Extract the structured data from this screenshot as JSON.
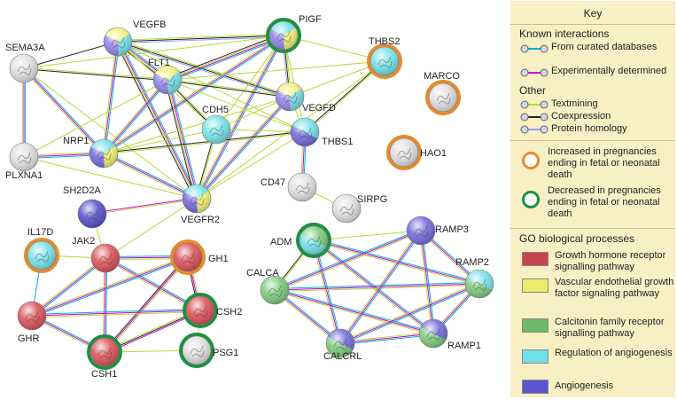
{
  "network": {
    "nodes": [
      {
        "id": "VEGFB",
        "label": "VEGFB",
        "colors": [
          "#f2f070",
          "#6fe0e8",
          "#8c7ee6"
        ],
        "ring": null
      },
      {
        "id": "PIGF",
        "label": "PIGF",
        "colors": [
          "#6fe0e8",
          "#f2f070",
          "#8c7ee6"
        ],
        "ring": "#1e9040"
      },
      {
        "id": "SEMA3A",
        "label": "SEMA3A",
        "colors": [
          "#dddddd"
        ],
        "ring": null
      },
      {
        "id": "THBS2",
        "label": "THBS2",
        "colors": [
          "#6fe0e8"
        ],
        "ring": "#e8892a"
      },
      {
        "id": "FLT1",
        "label": "FLT1",
        "colors": [
          "#f2f070",
          "#6fe0e8",
          "#8c7ee6"
        ],
        "ring": null
      },
      {
        "id": "MARCO",
        "label": "MARCO",
        "colors": [
          "#dddddd"
        ],
        "ring": "#e8892a"
      },
      {
        "id": "VEGFD",
        "label": "VEGFD",
        "colors": [
          "#f2f070",
          "#6fe0e8",
          "#8c7ee6"
        ],
        "ring": null
      },
      {
        "id": "CDH5",
        "label": "CDH5",
        "colors": [
          "#6fe0e8"
        ],
        "ring": null
      },
      {
        "id": "THBS1",
        "label": "THBS1",
        "colors": [
          "#6fe0e8",
          "#6f63d8"
        ],
        "ring": null
      },
      {
        "id": "HAO1",
        "label": "HAO1",
        "colors": [
          "#dddddd"
        ],
        "ring": "#e8892a"
      },
      {
        "id": "PLXNA1",
        "label": "PLXNA1",
        "colors": [
          "#dddddd"
        ],
        "ring": null
      },
      {
        "id": "NRP1",
        "label": "NRP1",
        "colors": [
          "#6fe0e8",
          "#f2f070",
          "#6f63d8"
        ],
        "ring": null
      },
      {
        "id": "CD47",
        "label": "CD47",
        "colors": [
          "#dddddd"
        ],
        "ring": null
      },
      {
        "id": "SIRPG",
        "label": "SIRPG",
        "colors": [
          "#dddddd"
        ],
        "ring": null
      },
      {
        "id": "VEGFR2",
        "label": "VEGFR2",
        "colors": [
          "#6fe0e8",
          "#f2f070",
          "#6f63d8"
        ],
        "ring": null
      },
      {
        "id": "SH2D2A",
        "label": "SH2D2A",
        "colors": [
          "#4f49c8"
        ],
        "ring": null
      },
      {
        "id": "IL17D",
        "label": "IL17D",
        "colors": [
          "#6fe0e8"
        ],
        "ring": "#e8892a"
      },
      {
        "id": "JAK2",
        "label": "JAK2",
        "colors": [
          "#d94b52"
        ],
        "ring": null
      },
      {
        "id": "GH1",
        "label": "GH1",
        "colors": [
          "#d94b52"
        ],
        "ring": "#e8892a"
      },
      {
        "id": "ADM",
        "label": "ADM",
        "colors": [
          "#78c878",
          "#6fe0e8"
        ],
        "ring": "#1e9040"
      },
      {
        "id": "RAMP3",
        "label": "RAMP3",
        "colors": [
          "#6f63d8"
        ],
        "ring": null
      },
      {
        "id": "RAMP2",
        "label": "RAMP2",
        "colors": [
          "#6fe0e8",
          "#78c878"
        ],
        "ring": null
      },
      {
        "id": "CALCA",
        "label": "CALCA",
        "colors": [
          "#78c878"
        ],
        "ring": null
      },
      {
        "id": "GHR",
        "label": "GHR",
        "colors": [
          "#d94b52"
        ],
        "ring": null
      },
      {
        "id": "CSH2",
        "label": "CSH2",
        "colors": [
          "#d94b52"
        ],
        "ring": "#1e9040"
      },
      {
        "id": "PSG1",
        "label": "PSG1",
        "colors": [
          "#dddddd"
        ],
        "ring": "#1e9040"
      },
      {
        "id": "CALCRL",
        "label": "CALCRL",
        "colors": [
          "#6f63d8",
          "#78c878"
        ],
        "ring": null
      },
      {
        "id": "RAMP1",
        "label": "RAMP1",
        "colors": [
          "#6f63d8",
          "#78c878"
        ],
        "ring": null
      },
      {
        "id": "CSH1",
        "label": "CSH1",
        "colors": [
          "#d94b52"
        ],
        "ring": "#1e9040"
      }
    ],
    "edges": [
      [
        "VEGFB",
        "PIGF",
        [
          "#b6d934",
          "#222",
          "#8fa0f0"
        ]
      ],
      [
        "VEGFB",
        "FLT1",
        [
          "#00b0d8",
          "#d000d0",
          "#b6d934",
          "#222"
        ]
      ],
      [
        "VEGFB",
        "VEGFD",
        [
          "#b6d934",
          "#222",
          "#8fa0f0"
        ]
      ],
      [
        "VEGFB",
        "NRP1",
        [
          "#00b0d8",
          "#d000d0",
          "#b6d934"
        ]
      ],
      [
        "VEGFB",
        "VEGFR2",
        [
          "#00b0d8",
          "#d000d0",
          "#b6d934",
          "#222"
        ]
      ],
      [
        "VEGFB",
        "SEMA3A",
        [
          "#222"
        ]
      ],
      [
        "VEGFB",
        "THBS1",
        [
          "#b6d934"
        ]
      ],
      [
        "VEGFB",
        "CDH5",
        [
          "#b6d934"
        ]
      ],
      [
        "PIGF",
        "FLT1",
        [
          "#00b0d8",
          "#d000d0",
          "#b6d934",
          "#222"
        ]
      ],
      [
        "PIGF",
        "VEGFD",
        [
          "#b6d934",
          "#222",
          "#8fa0f0"
        ]
      ],
      [
        "PIGF",
        "VEGFR2",
        [
          "#00b0d8",
          "#d000d0",
          "#b6d934"
        ]
      ],
      [
        "PIGF",
        "NRP1",
        [
          "#00b0d8",
          "#d000d0",
          "#b6d934"
        ]
      ],
      [
        "PIGF",
        "THBS1",
        [
          "#b6d934"
        ]
      ],
      [
        "PIGF",
        "THBS2",
        [
          "#b6d934"
        ]
      ],
      [
        "PIGF",
        "CDH5",
        [
          "#b6d934"
        ]
      ],
      [
        "PIGF",
        "SEMA3A",
        [
          "#b6d934"
        ]
      ],
      [
        "SEMA3A",
        "FLT1",
        [
          "#b6d934",
          "#222"
        ]
      ],
      [
        "SEMA3A",
        "NRP1",
        [
          "#00b0d8",
          "#d000d0",
          "#b6d934"
        ]
      ],
      [
        "SEMA3A",
        "PLXNA1",
        [
          "#00b0d8",
          "#d000d0",
          "#b6d934"
        ]
      ],
      [
        "SEMA3A",
        "VEGFR2",
        [
          "#b6d934"
        ]
      ],
      [
        "FLT1",
        "VEGFD",
        [
          "#b6d934",
          "#222"
        ]
      ],
      [
        "FLT1",
        "NRP1",
        [
          "#00b0d8",
          "#d000d0",
          "#b6d934"
        ]
      ],
      [
        "FLT1",
        "VEGFR2",
        [
          "#00b0d8",
          "#d000d0",
          "#b6d934",
          "#222"
        ]
      ],
      [
        "FLT1",
        "CDH5",
        [
          "#b6d934",
          "#222"
        ]
      ],
      [
        "FLT1",
        "THBS1",
        [
          "#b6d934"
        ]
      ],
      [
        "FLT1",
        "PLXNA1",
        [
          "#b6d934"
        ]
      ],
      [
        "FLT1",
        "THBS2",
        [
          "#b6d934"
        ]
      ],
      [
        "VEGFD",
        "VEGFR2",
        [
          "#00b0d8",
          "#d000d0",
          "#b6d934"
        ]
      ],
      [
        "VEGFD",
        "NRP1",
        [
          "#b6d934"
        ]
      ],
      [
        "VEGFD",
        "THBS1",
        [
          "#b6d934"
        ]
      ],
      [
        "VEGFD",
        "CDH5",
        [
          "#b6d934"
        ]
      ],
      [
        "VEGFD",
        "THBS2",
        [
          "#b6d934"
        ]
      ],
      [
        "THBS2",
        "THBS1",
        [
          "#b6d934",
          "#222"
        ]
      ],
      [
        "THBS2",
        "VEGFR2",
        [
          "#b6d934"
        ]
      ],
      [
        "CDH5",
        "VEGFR2",
        [
          "#b6d934",
          "#222"
        ]
      ],
      [
        "CDH5",
        "THBS1",
        [
          "#b6d934"
        ]
      ],
      [
        "CDH5",
        "NRP1",
        [
          "#b6d934"
        ]
      ],
      [
        "THBS1",
        "CD47",
        [
          "#00b0d8",
          "#d000d0",
          "#b6d934"
        ]
      ],
      [
        "THBS1",
        "VEGFR2",
        [
          "#b6d934"
        ]
      ],
      [
        "THBS1",
        "NRP1",
        [
          "#b6d934",
          "#222"
        ]
      ],
      [
        "NRP1",
        "PLXNA1",
        [
          "#00b0d8",
          "#d000d0",
          "#b6d934"
        ]
      ],
      [
        "NRP1",
        "VEGFR2",
        [
          "#00b0d8",
          "#d000d0",
          "#b6d934"
        ]
      ],
      [
        "PLXNA1",
        "VEGFR2",
        [
          "#b6d934"
        ]
      ],
      [
        "CD47",
        "SIRPG",
        [
          "#b6d934"
        ]
      ],
      [
        "VEGFR2",
        "SH2D2A",
        [
          "#b6d934",
          "#d000d0"
        ]
      ],
      [
        "VEGFR2",
        "JAK2",
        [
          "#b6d934"
        ]
      ],
      [
        "JAK2",
        "SH2D2A",
        [
          "#b6d934"
        ]
      ],
      [
        "JAK2",
        "IL17D",
        [
          "#b6d934"
        ]
      ],
      [
        "JAK2",
        "GH1",
        [
          "#00b0d8",
          "#d000d0",
          "#b6d934"
        ]
      ],
      [
        "JAK2",
        "GHR",
        [
          "#00b0d8",
          "#d000d0",
          "#b6d934"
        ]
      ],
      [
        "JAK2",
        "CSH1",
        [
          "#00b0d8",
          "#d000d0",
          "#b6d934"
        ]
      ],
      [
        "JAK2",
        "CSH2",
        [
          "#00b0d8",
          "#d000d0",
          "#b6d934"
        ]
      ],
      [
        "IL17D",
        "GHR",
        [
          "#00b0d8"
        ]
      ],
      [
        "GH1",
        "GHR",
        [
          "#00b0d8",
          "#d000d0",
          "#b6d934"
        ]
      ],
      [
        "GH1",
        "CSH1",
        [
          "#b6d934",
          "#d000d0",
          "#222"
        ]
      ],
      [
        "GH1",
        "CSH2",
        [
          "#b6d934",
          "#d000d0",
          "#222"
        ]
      ],
      [
        "GHR",
        "CSH1",
        [
          "#00b0d8",
          "#d000d0",
          "#b6d934"
        ]
      ],
      [
        "GHR",
        "CSH2",
        [
          "#00b0d8",
          "#d000d0",
          "#b6d934"
        ]
      ],
      [
        "CSH1",
        "CSH2",
        [
          "#b6d934",
          "#222",
          "#d000d0"
        ]
      ],
      [
        "CSH1",
        "PSG1",
        [
          "#b6d934"
        ]
      ],
      [
        "CSH2",
        "PSG1",
        [
          "#b6d934"
        ]
      ],
      [
        "ADM",
        "RAMP3",
        [
          "#b6d934"
        ]
      ],
      [
        "ADM",
        "RAMP2",
        [
          "#00b0d8",
          "#d000d0",
          "#b6d934"
        ]
      ],
      [
        "ADM",
        "RAMP1",
        [
          "#00b0d8",
          "#d000d0",
          "#b6d934"
        ]
      ],
      [
        "ADM",
        "CALCRL",
        [
          "#00b0d8",
          "#d000d0",
          "#b6d934"
        ]
      ],
      [
        "ADM",
        "CALCA",
        [
          "#b6d934",
          "#222"
        ]
      ],
      [
        "CALCA",
        "RAMP3",
        [
          "#00b0d8",
          "#d000d0",
          "#b6d934"
        ]
      ],
      [
        "CALCA",
        "RAMP2",
        [
          "#00b0d8",
          "#d000d0",
          "#b6d934"
        ]
      ],
      [
        "CALCA",
        "RAMP1",
        [
          "#00b0d8",
          "#d000d0",
          "#b6d934"
        ]
      ],
      [
        "CALCA",
        "CALCRL",
        [
          "#00b0d8",
          "#d000d0",
          "#b6d934"
        ]
      ],
      [
        "RAMP3",
        "RAMP2",
        [
          "#00b0d8",
          "#d000d0",
          "#b6d934"
        ]
      ],
      [
        "RAMP3",
        "RAMP1",
        [
          "#00b0d8",
          "#d000d0",
          "#b6d934"
        ]
      ],
      [
        "RAMP3",
        "CALCRL",
        [
          "#00b0d8",
          "#d000d0",
          "#b6d934"
        ]
      ],
      [
        "RAMP2",
        "RAMP1",
        [
          "#00b0d8",
          "#d000d0",
          "#b6d934"
        ]
      ],
      [
        "RAMP2",
        "CALCRL",
        [
          "#00b0d8",
          "#d000d0",
          "#b6d934"
        ]
      ],
      [
        "RAMP1",
        "CALCRL",
        [
          "#00b0d8",
          "#d000d0",
          "#b6d934"
        ]
      ]
    ]
  },
  "key": {
    "title": "Key",
    "known_heading": "Known interactions",
    "other_heading": "Other",
    "edge_types": [
      {
        "label": "From curated databases",
        "color": "#00b0d8"
      },
      {
        "label": "Experimentally determined",
        "color": "#d000d0"
      },
      {
        "label": "Textmining",
        "color": "#b6d934"
      },
      {
        "label": "Coexpression",
        "color": "#222222"
      },
      {
        "label": "Protein homology",
        "color": "#8fa0f0"
      }
    ],
    "increased": {
      "label": "Increased in pregnancies ending in fetal or neonatal death",
      "color": "#e8892a"
    },
    "decreased": {
      "label": "Decreased in pregnancies ending in fetal or neonatal death",
      "color": "#1e9040"
    },
    "go_heading": "GO biological processes",
    "go_terms": [
      {
        "label": "Growth hormone receptor signalling pathway",
        "color": "#c8444a"
      },
      {
        "label": "Vascular endothelial growth factor signaling pathway",
        "color": "#eceb6a"
      },
      {
        "label": "Calcitonin family receptor signalling pathway",
        "color": "#6fb86a"
      },
      {
        "label": "Regulation of angiogenesis",
        "color": "#6ee0e8"
      },
      {
        "label": "Angiogenesis",
        "color": "#5c55d0"
      }
    ]
  }
}
